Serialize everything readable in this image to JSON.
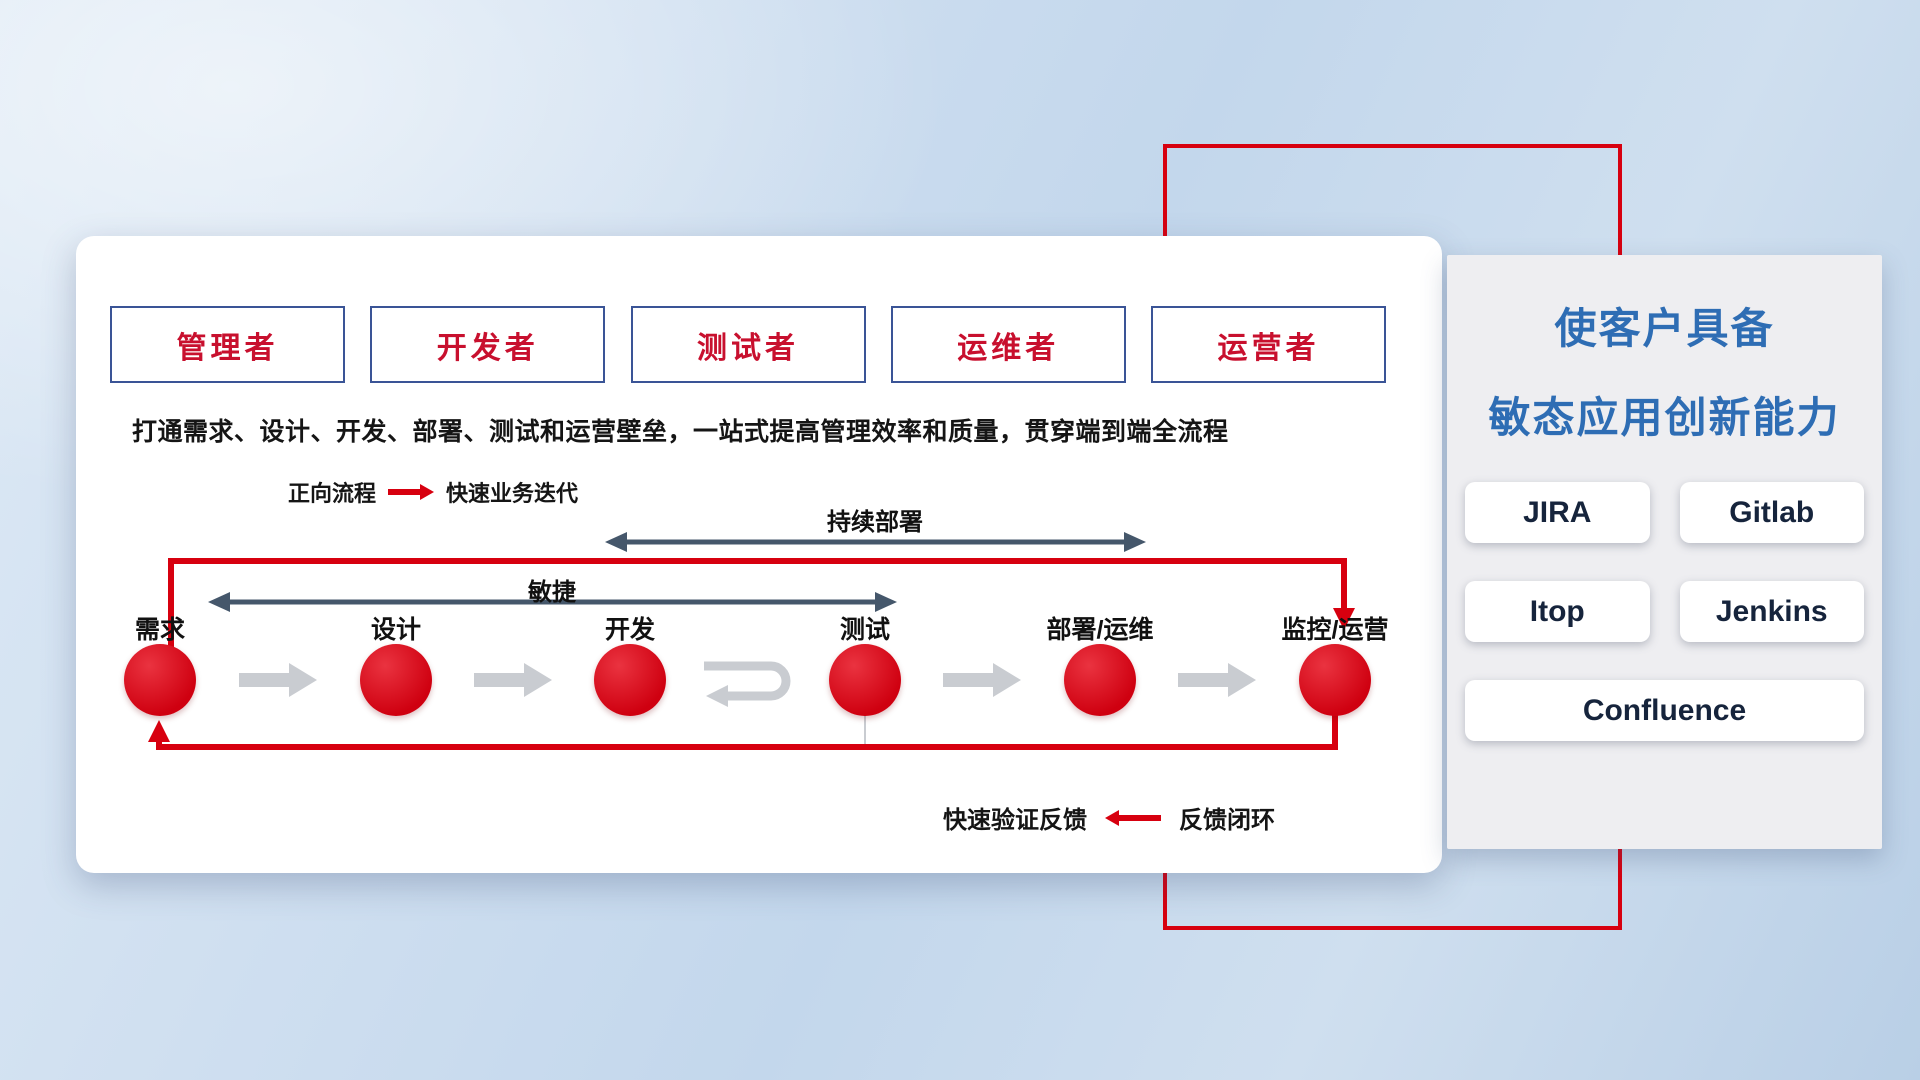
{
  "roles": [
    "管理者",
    "开发者",
    "测试者",
    "运维者",
    "运营者"
  ],
  "subtitle": "打通需求、设计、开发、部署、测试和运营壁垒，一站式提高管理效率和质量，贯穿端到端全流程",
  "forward_legend": {
    "label": "正向流程",
    "desc": "快速业务迭代"
  },
  "feedback_legend": {
    "desc": "快速验证反馈",
    "label": "反馈闭环"
  },
  "flow": {
    "stages": [
      "需求",
      "设计",
      "开发",
      "测试",
      "部署/运维",
      "监控/运营"
    ],
    "agile_label": "敏捷",
    "continuous_deploy_label": "持续部署"
  },
  "panel": {
    "title_line1": "使客户具备",
    "title_line2": "敏态应用创新能力",
    "tools": [
      "JIRA",
      "Gitlab",
      "Itop",
      "Jenkins",
      "Confluence"
    ]
  },
  "colors": {
    "accent_red": "#d7000f",
    "role_text_red": "#c8102e",
    "role_border_navy": "#3a5496",
    "panel_title_blue": "#2e6db4",
    "dark_arrow": "#45576b",
    "gray_arrow": "#c9ccd1"
  }
}
